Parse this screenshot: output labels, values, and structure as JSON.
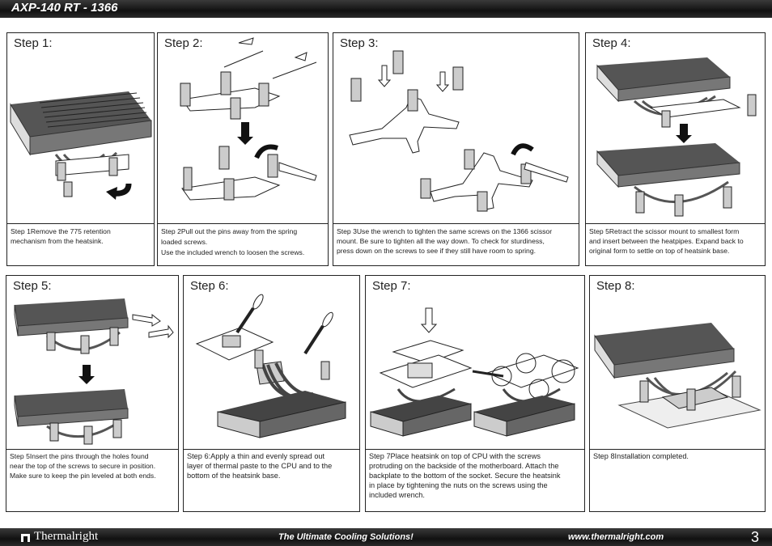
{
  "header": {
    "title": "AXP-140 RT - 1366"
  },
  "steps": [
    {
      "heading": "Step 1:",
      "lines": [
        "Step 1Remove the 775 retention",
        "mechanism from the heatsink."
      ]
    },
    {
      "heading": "Step 2:",
      "lines": [
        "Step 2Pull out the pins away from the spring",
        "loaded screws.",
        "Use the included wrench to loosen the screws."
      ]
    },
    {
      "heading": "Step 3:",
      "lines": [
        "Step 3Use the wrench to tighten the same screws on the 1366 scissor",
        "mount. Be sure to tighten all the way down. To check for sturdiness,",
        "press down on the screws to see if they still have room to spring."
      ]
    },
    {
      "heading": "Step 4:",
      "lines": [
        "Step 5Retract the scissor mount to smallest form",
        "and insert between the heatpipes. Expand back to",
        "original form to settle on top of heatsink base."
      ]
    },
    {
      "heading": "Step 5:",
      "lines": [
        "Step 5Insert the pins through the holes found",
        "near the top of the screws to secure in position.",
        "Make sure to keep the pin leveled at both ends."
      ]
    },
    {
      "heading": "Step 6:",
      "lines": [
        "Step 6:Apply a thin and evenly spread out",
        "layer of thermal paste to the CPU and to the",
        "bottom  of the heatsink base."
      ]
    },
    {
      "heading": "Step 7:",
      "lines": [
        "Step 7Place heatsink on top of CPU with the screws",
        "protruding on the backside of the motherboard. Attach the",
        "backplate to the bottom of the socket. Secure the heatsink",
        "in place by tightening the nuts on the screws using the",
        "included wrench."
      ]
    },
    {
      "heading": "Step 8:",
      "lines": [
        "Step 8Installation completed."
      ]
    }
  ],
  "footer": {
    "brand": "Thermalright",
    "slogan": "The Ultimate Cooling Solutions!",
    "url": "www.thermalright.com",
    "page_number": "3"
  }
}
